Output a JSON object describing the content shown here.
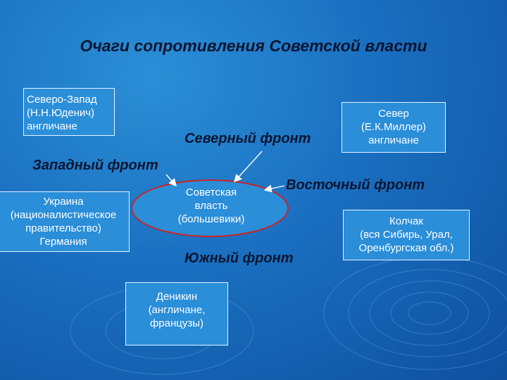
{
  "title": "Очаги сопротивления Советской власти",
  "fronts": {
    "northern": "Северный фронт",
    "western": "Западный фронт",
    "eastern": "Восточный фронт",
    "southern": "Южный фронт"
  },
  "center": "Советская\nвласть\n(большевики)",
  "boxes": {
    "northwest": "Северо-Запад\n(Н.Н.Юденич)\nангличане",
    "north": "Север\n(Е.К.Миллер)\nангличане",
    "ukraine": "Украина\n(националистическое\nправительство)\nГермания",
    "kolchak": "Колчак\n(вся Сибирь, Урал,\nОренбургская обл.)",
    "denikin": "Деникин\n(англичане,\nфранцузы)"
  },
  "colors": {
    "background": "#1a6fc0",
    "box_fill": "#2a8ed9",
    "front_text": "#0b1530",
    "ellipse_border": "#d02020"
  }
}
